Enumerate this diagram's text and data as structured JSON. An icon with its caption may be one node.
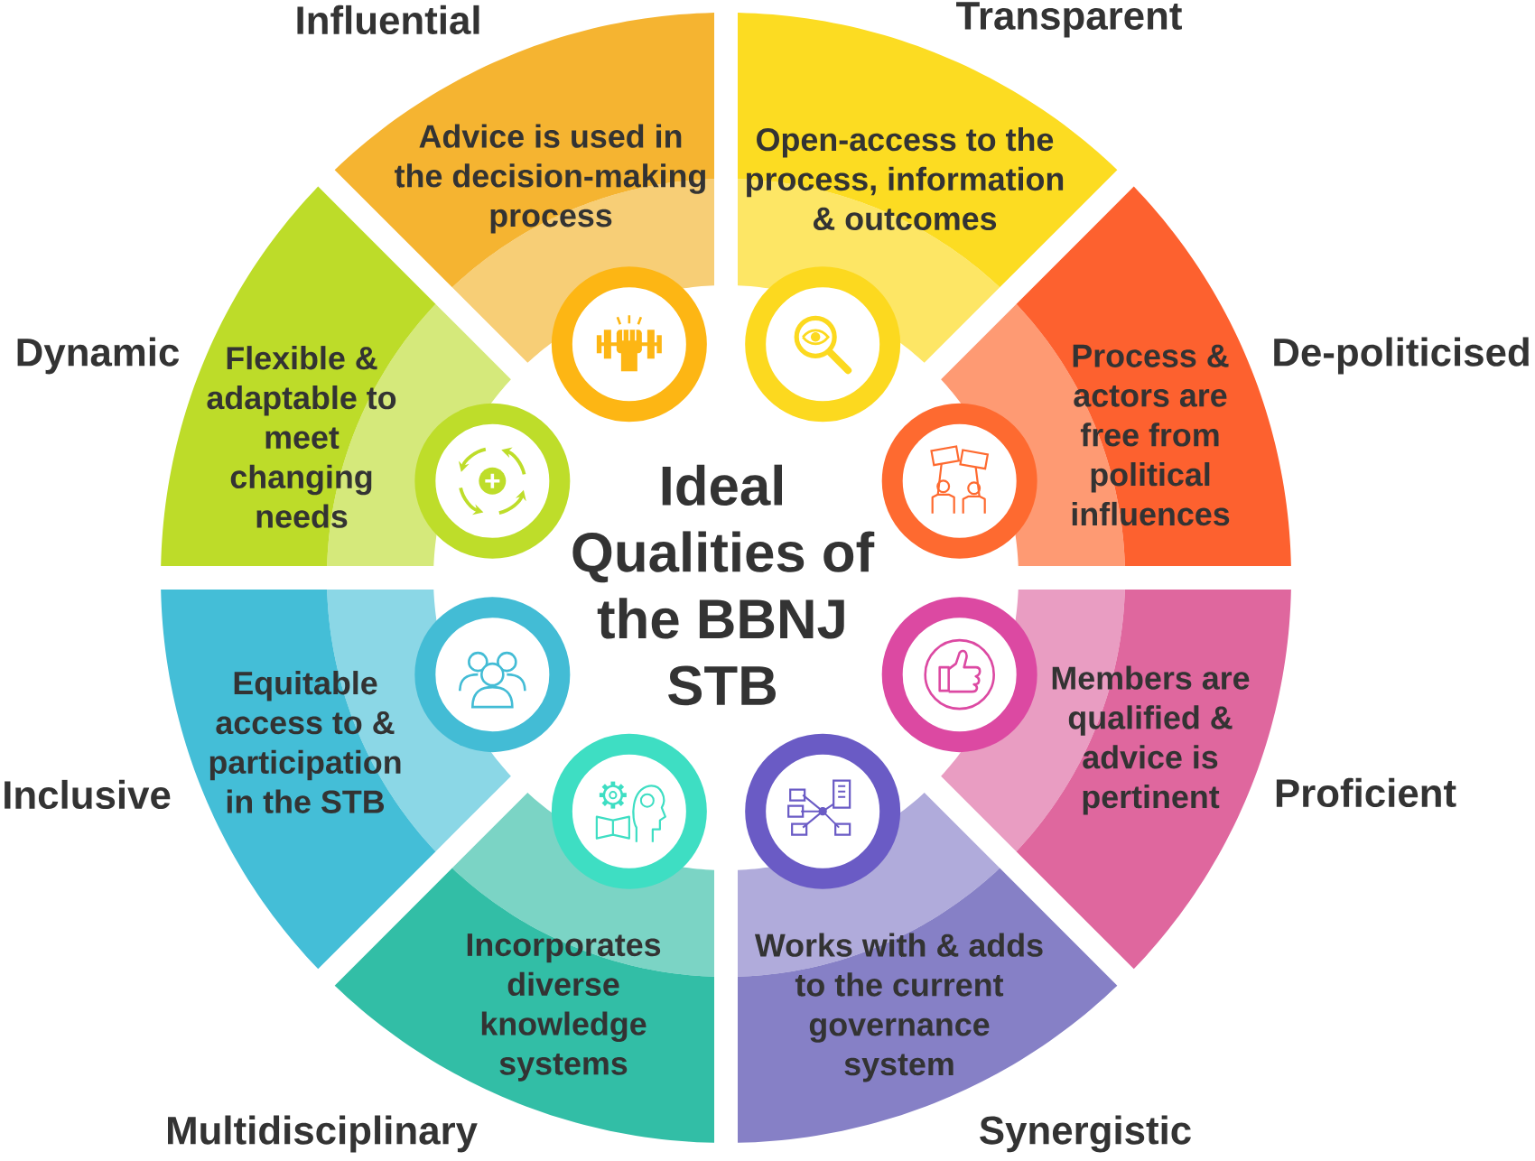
{
  "diagram": {
    "title": "Ideal Qualities of the BBNJ STB",
    "nodes": [
      {
        "text": [
          "Influential",
          "Advice is used in the decision-making process"
        ]
      },
      {
        "text": [
          "Transparent",
          "Open-access to the process, information & outcomes"
        ]
      },
      {
        "text": [
          "Process & actors are free from political influences",
          "De-politicised"
        ]
      },
      {
        "text": [
          "Members are qualified & advice is pertinent",
          "Proficient"
        ]
      },
      {
        "text": [
          "Works with & adds to the current governance system",
          "Synergistic"
        ]
      },
      {
        "text": [
          "Incorporates diverse knowledge systems",
          "Multidisciplinary"
        ]
      },
      {
        "text": [
          "Inclusive",
          "Equitable access to & participation in the STB"
        ]
      },
      {
        "text": [
          "Dynamic",
          "Flexible & adaptable to meet changing needs"
        ]
      }
    ]
  }
}
